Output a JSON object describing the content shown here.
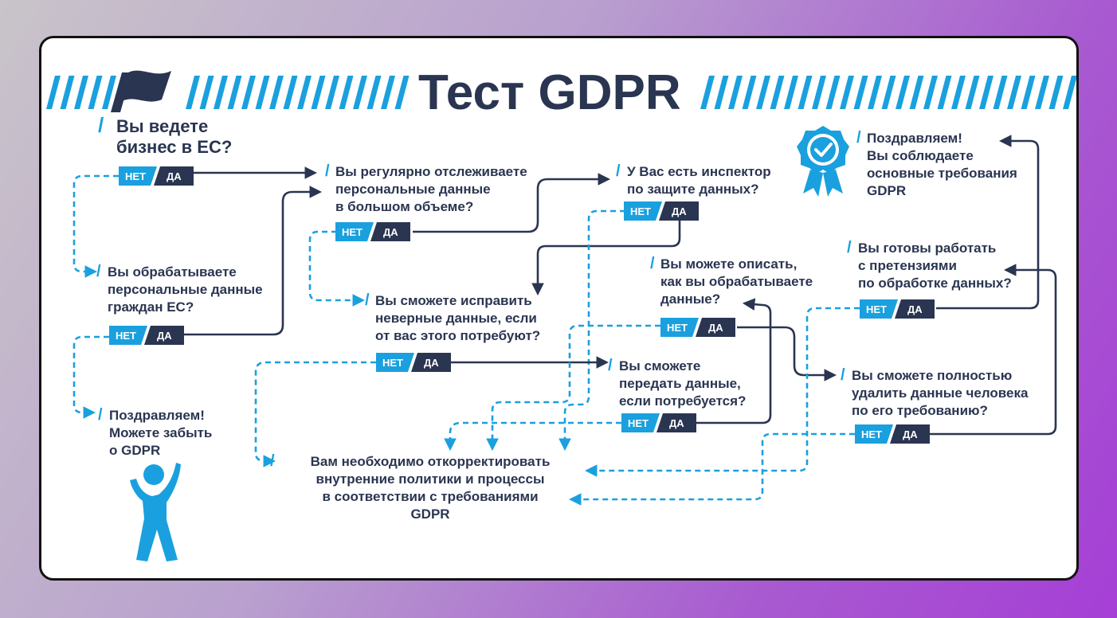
{
  "title": "Тест GDPR",
  "labels": {
    "no": "НЕТ",
    "yes": "ДА"
  },
  "colors": {
    "accent_blue": "#1aa0de",
    "navy": "#2a3551"
  },
  "icons": {
    "flag": "flag-icon",
    "badge": "award-badge-icon",
    "person": "cheering-person-icon"
  },
  "nodes": {
    "q1": [
      "Вы ведете",
      "бизнес в ЕС?"
    ],
    "q2": [
      "Вы обрабатываете",
      "персональные данные",
      "граждан ЕС?"
    ],
    "forget": [
      "Поздравляем!",
      "Можете забыть",
      "о GDPR"
    ],
    "q3": [
      "Вы регулярно отслеживаете",
      "персональные данные",
      "в большом объеме?"
    ],
    "q4": [
      "У Вас есть инспектор",
      "по защите данных?"
    ],
    "q5": [
      "Вы сможете исправить",
      "неверные данные, если",
      "от вас этого потребуют?"
    ],
    "q6": [
      "Вы можете описать,",
      "как вы обрабатываете",
      "данные?"
    ],
    "q7": [
      "Вы сможете",
      "передать данные,",
      "если потребуется?"
    ],
    "q8": [
      "Вы готовы работать",
      "с претензиями",
      "по обработке данных?"
    ],
    "q9": [
      "Вы сможете полностью",
      "удалить данные человека",
      "по его требованию?"
    ],
    "success": [
      "Поздравляем!",
      "Вы соблюдаете",
      "основные требования",
      "GDPR"
    ],
    "fix": [
      "Вам необходимо откорректировать",
      "внутренние политики и процессы",
      "в соответствии с требованиями",
      "GDPR"
    ]
  }
}
